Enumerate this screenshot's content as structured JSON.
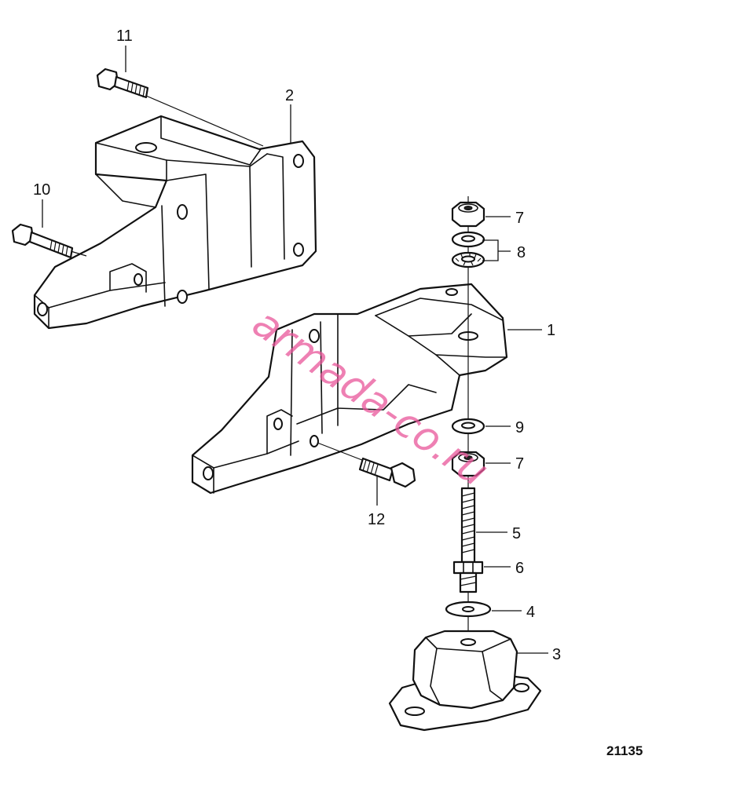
{
  "callouts": {
    "c1": "1",
    "c2": "2",
    "c3": "3",
    "c4": "4",
    "c5": "5",
    "c6": "6",
    "c7a": "7",
    "c7b": "7",
    "c8": "8",
    "c9": "9",
    "c10": "10",
    "c11": "11",
    "c12": "12"
  },
  "drawing_number": "21135",
  "watermark": {
    "text": "armada-co.ru",
    "color": "#e8559a"
  },
  "colors": {
    "line": "#111111",
    "background": "#ffffff"
  }
}
